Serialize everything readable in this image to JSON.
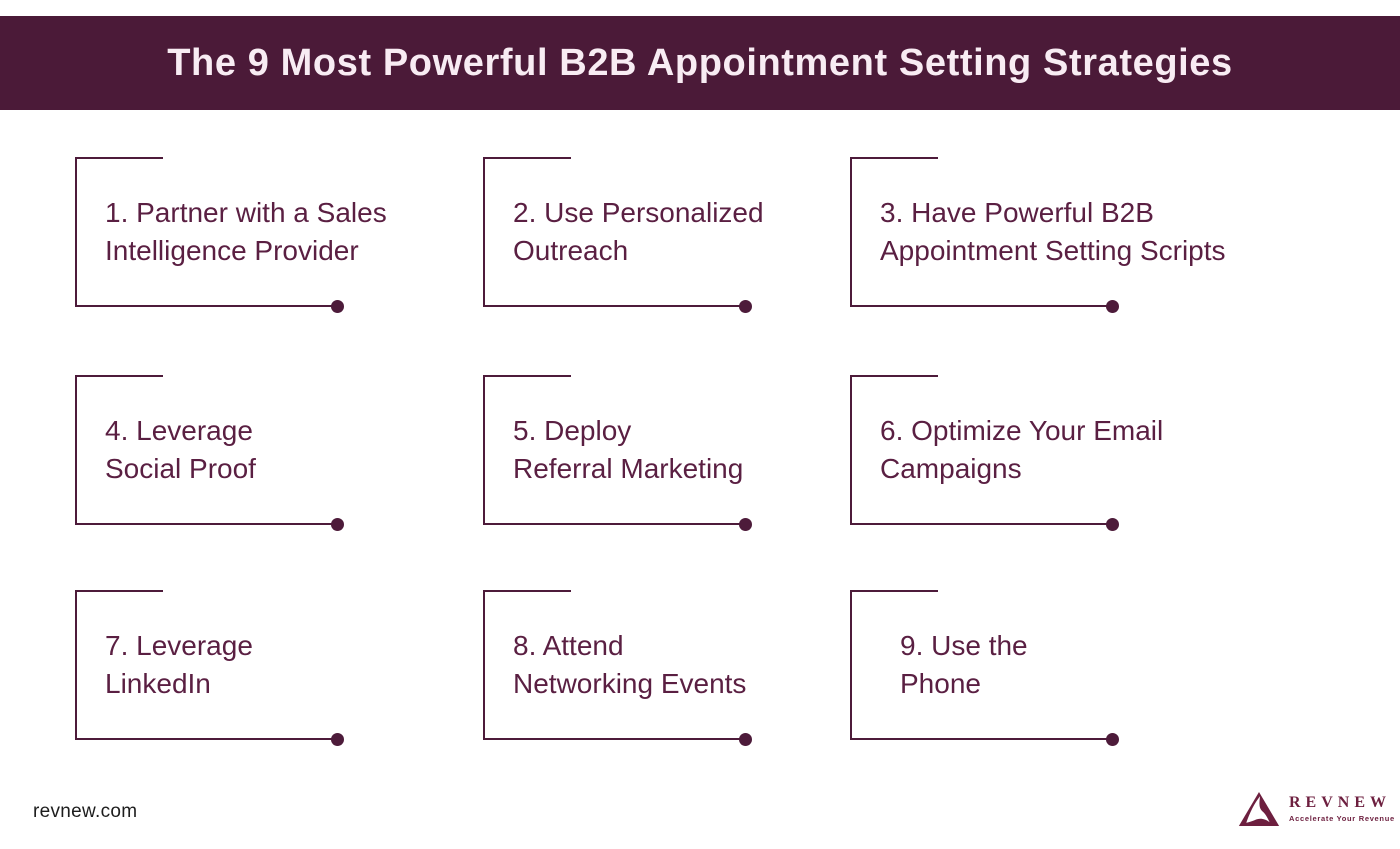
{
  "header": {
    "title": "The 9 Most Powerful B2B Appointment Setting Strategies",
    "bg_color": "#4b1a38",
    "text_color": "#f8ecf3"
  },
  "strategies": [
    {
      "label": "1. Partner with a Sales\nIntelligence Provider"
    },
    {
      "label": "2. Use Personalized\nOutreach"
    },
    {
      "label": "3. Have Powerful B2B\nAppointment Setting Scripts"
    },
    {
      "label": "4. Leverage\nSocial Proof"
    },
    {
      "label": "5. Deploy\nReferral Marketing"
    },
    {
      "label": "6. Optimize Your Email\nCampaigns"
    },
    {
      "label": "7. Leverage\nLinkedIn"
    },
    {
      "label": "8. Attend\nNetworking Events"
    },
    {
      "label": "9. Use the\nPhone"
    }
  ],
  "colors": {
    "accent_line": "#4d1b3a",
    "card_text": "#5a1f42",
    "logo": "#6d1f3f"
  },
  "footer": {
    "website": "revnew.com",
    "logo": {
      "name": "REVNEW",
      "tagline": "Accelerate Your Revenue"
    }
  }
}
